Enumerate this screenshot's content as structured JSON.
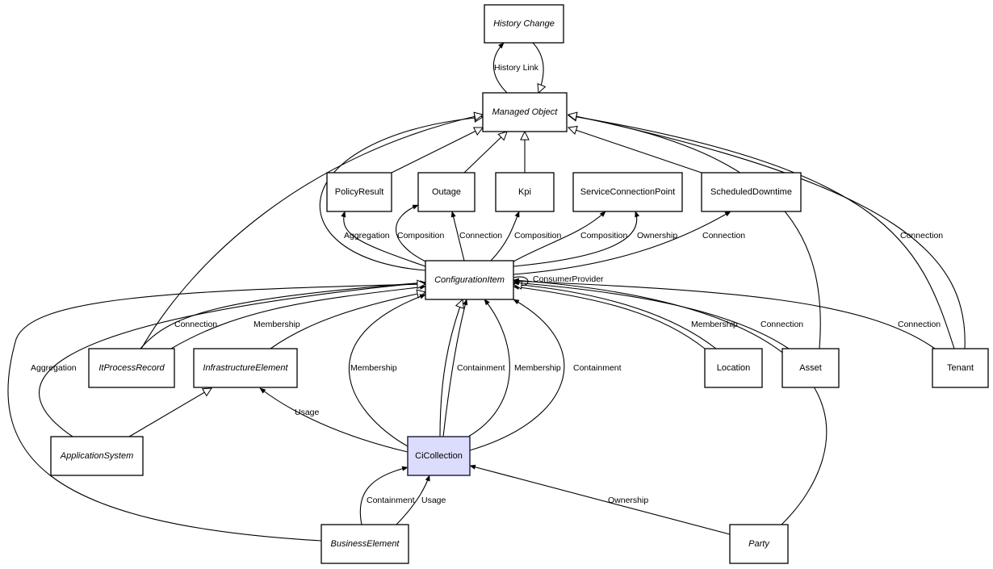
{
  "diagram": {
    "nodes": [
      {
        "id": "history_change",
        "label": "History Change",
        "abstract": true
      },
      {
        "id": "managed_object",
        "label": "Managed Object",
        "abstract": true
      },
      {
        "id": "policy_result",
        "label": "PolicyResult",
        "abstract": false
      },
      {
        "id": "outage",
        "label": "Outage",
        "abstract": false
      },
      {
        "id": "kpi",
        "label": "Kpi",
        "abstract": false
      },
      {
        "id": "service_connection_point",
        "label": "ServiceConnectionPoint",
        "abstract": false
      },
      {
        "id": "scheduled_downtime",
        "label": "ScheduledDowntime",
        "abstract": false
      },
      {
        "id": "configuration_item",
        "label": "ConfigurationItem",
        "abstract": true
      },
      {
        "id": "it_process_record",
        "label": "ItProcessRecord",
        "abstract": true
      },
      {
        "id": "infrastructure_element",
        "label": "InfrastructureElement",
        "abstract": true
      },
      {
        "id": "location",
        "label": "Location",
        "abstract": false
      },
      {
        "id": "asset",
        "label": "Asset",
        "abstract": false
      },
      {
        "id": "tenant",
        "label": "Tenant",
        "abstract": false
      },
      {
        "id": "application_system",
        "label": "ApplicationSystem",
        "abstract": true
      },
      {
        "id": "ci_collection",
        "label": "CiCollection",
        "abstract": false,
        "highlighted": true
      },
      {
        "id": "business_element",
        "label": "BusinessElement",
        "abstract": true
      },
      {
        "id": "party",
        "label": "Party",
        "abstract": true
      }
    ],
    "edges": [
      {
        "from": "managed_object",
        "to": "history_change",
        "label": "History Link",
        "kind": "association"
      },
      {
        "from": "history_change",
        "to": "managed_object",
        "label": "",
        "kind": "generalization"
      },
      {
        "from": "policy_result",
        "to": "managed_object",
        "label": "",
        "kind": "generalization"
      },
      {
        "from": "outage",
        "to": "managed_object",
        "label": "",
        "kind": "generalization"
      },
      {
        "from": "kpi",
        "to": "managed_object",
        "label": "",
        "kind": "generalization"
      },
      {
        "from": "scheduled_downtime",
        "to": "managed_object",
        "label": "",
        "kind": "generalization"
      },
      {
        "from": "configuration_item",
        "to": "managed_object",
        "label": "",
        "kind": "generalization"
      },
      {
        "from": "it_process_record",
        "to": "managed_object",
        "label": "",
        "kind": "generalization"
      },
      {
        "from": "asset",
        "to": "managed_object",
        "label": "",
        "kind": "generalization"
      },
      {
        "from": "tenant",
        "to": "managed_object",
        "label": "Connection",
        "kind": "association"
      },
      {
        "from": "tenant",
        "to": "managed_object",
        "label": "",
        "kind": "generalization"
      },
      {
        "from": "configuration_item",
        "to": "policy_result",
        "label": "Aggregation",
        "kind": "association"
      },
      {
        "from": "configuration_item",
        "to": "outage",
        "label": "Composition",
        "kind": "association"
      },
      {
        "from": "configuration_item",
        "to": "outage",
        "label": "Connection",
        "kind": "association"
      },
      {
        "from": "configuration_item",
        "to": "kpi",
        "label": "Composition",
        "kind": "association"
      },
      {
        "from": "configuration_item",
        "to": "service_connection_point",
        "label": "Composition",
        "kind": "association"
      },
      {
        "from": "configuration_item",
        "to": "service_connection_point",
        "label": "Ownership",
        "kind": "association"
      },
      {
        "from": "configuration_item",
        "to": "scheduled_downtime",
        "label": "Connection",
        "kind": "association"
      },
      {
        "from": "configuration_item",
        "to": "configuration_item",
        "label": "ConsumerProvider",
        "kind": "association"
      },
      {
        "from": "it_process_record",
        "to": "configuration_item",
        "label": "Connection",
        "kind": "association"
      },
      {
        "from": "it_process_record",
        "to": "configuration_item",
        "label": "Membership",
        "kind": "association"
      },
      {
        "from": "infrastructure_element",
        "to": "configuration_item",
        "label": "",
        "kind": "generalization"
      },
      {
        "from": "application_system",
        "to": "configuration_item",
        "label": "Aggregation",
        "kind": "association"
      },
      {
        "from": "application_system",
        "to": "infrastructure_element",
        "label": "",
        "kind": "generalization"
      },
      {
        "from": "business_element",
        "to": "configuration_item",
        "label": "",
        "kind": "generalization"
      },
      {
        "from": "ci_collection",
        "to": "configuration_item",
        "label": "Membership",
        "kind": "association"
      },
      {
        "from": "ci_collection",
        "to": "configuration_item",
        "label": "",
        "kind": "generalization"
      },
      {
        "from": "ci_collection",
        "to": "configuration_item",
        "label": "Containment",
        "kind": "association"
      },
      {
        "from": "ci_collection",
        "to": "configuration_item",
        "label": "Membership",
        "kind": "association"
      },
      {
        "from": "ci_collection",
        "to": "configuration_item",
        "label": "Containment",
        "kind": "association"
      },
      {
        "from": "ci_collection",
        "to": "infrastructure_element",
        "label": "Usage",
        "kind": "association"
      },
      {
        "from": "location",
        "to": "configuration_item",
        "label": "Membership",
        "kind": "association"
      },
      {
        "from": "location",
        "to": "configuration_item",
        "label": "",
        "kind": "generalization"
      },
      {
        "from": "asset",
        "to": "configuration_item",
        "label": "Connection",
        "kind": "association"
      },
      {
        "from": "tenant",
        "to": "configuration_item",
        "label": "Connection",
        "kind": "association"
      },
      {
        "from": "party",
        "to": "configuration_item",
        "label": "",
        "kind": "association"
      },
      {
        "from": "business_element",
        "to": "ci_collection",
        "label": "Containment",
        "kind": "association"
      },
      {
        "from": "business_element",
        "to": "ci_collection",
        "label": "Usage",
        "kind": "association"
      },
      {
        "from": "party",
        "to": "ci_collection",
        "label": "Ownership",
        "kind": "association"
      }
    ]
  }
}
